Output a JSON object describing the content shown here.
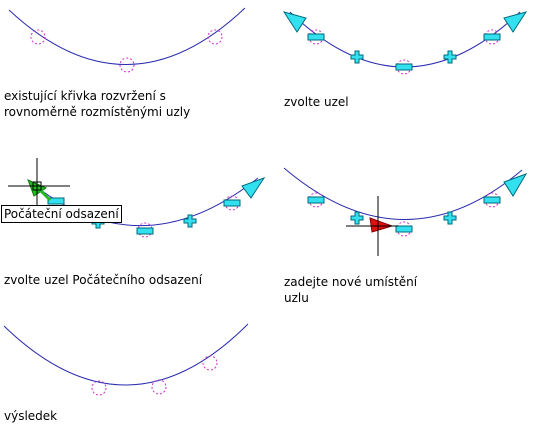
{
  "captions": {
    "step1_line1": "existující křivka rozvržení s",
    "step1_line2": "rovnoměrně rozmístěnými uzly",
    "step2": "zvolte uzel",
    "step3": "zvolte uzel Počátečního odsazení",
    "step4_line1": "zadejte nové umístění",
    "step4_line2": "uzlu",
    "step5": "výsledek"
  },
  "tooltip": {
    "label": "Počáteční odsazení"
  },
  "colors": {
    "curve": "#2b2bb0",
    "node_circle": "#cc33cc",
    "grip": "#33e0f0",
    "grip_outline": "#006a7a",
    "crosshair": "#000000",
    "selected_grip": "#22bb22",
    "moving_grip": "#dd1111"
  },
  "icons": {
    "node": "dashed-circle-icon",
    "end_grip": "triangle-grip-icon",
    "offset_grip": "rectangle-grip-icon",
    "add_grip": "plus-grip-icon",
    "cursor": "crosshair-icon"
  }
}
